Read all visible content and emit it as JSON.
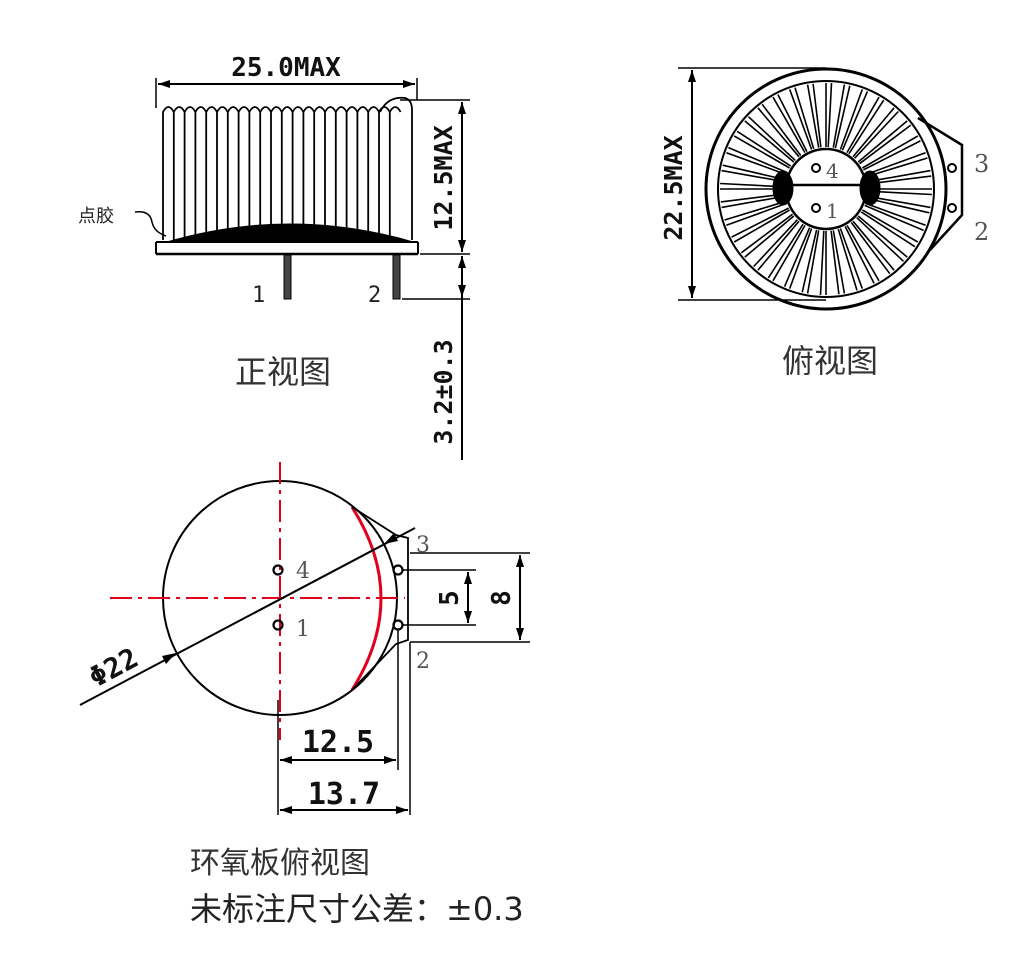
{
  "front_view": {
    "caption": "正视图",
    "width_dim": "25.0MAX",
    "height_dim": "12.5MAX",
    "pin_len_dim": "3.2±0.3",
    "glue_label": "点胶",
    "pin1": "1",
    "pin2": "2"
  },
  "top_view": {
    "caption": "俯视图",
    "height_dim": "22.5MAX",
    "pins": [
      "4",
      "1",
      "3",
      "2"
    ]
  },
  "board_view": {
    "caption": "环氧板俯视图",
    "diameter_dim": "Φ22",
    "dim_12_5": "12.5",
    "dim_13_7": "13.7",
    "dim_5": "5",
    "dim_8": "8",
    "pins": [
      "4",
      "1",
      "3",
      "2"
    ]
  },
  "tolerance_note": "未标注尺寸公差：±0.3",
  "colors": {
    "line": "#000000",
    "centerline": "#e0001a",
    "board_edge": "#e00020"
  }
}
